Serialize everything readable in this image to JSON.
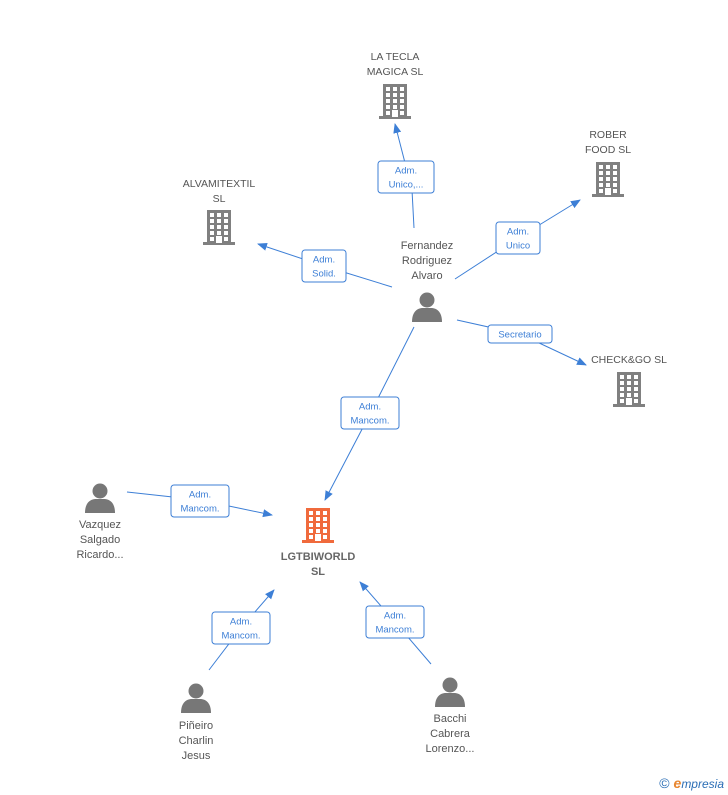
{
  "colors": {
    "edge": "#3d7fd6",
    "company": "#808080",
    "focus": "#f06a3c",
    "person": "#777777"
  },
  "nodes": {
    "latecla": {
      "lines": [
        "LA TECLA",
        "MAGICA  SL"
      ],
      "kind": "company"
    },
    "roberfood": {
      "lines": [
        "ROBER",
        "FOOD  SL"
      ],
      "kind": "company"
    },
    "alvamitextil": {
      "lines": [
        "ALVAMITEXTIL",
        "SL"
      ],
      "kind": "company"
    },
    "checkgo": {
      "lines": [
        "CHECK&GO  SL"
      ],
      "kind": "company"
    },
    "lgtbiworld": {
      "lines": [
        "LGTBIWORLD",
        "SL"
      ],
      "kind": "focus"
    },
    "fernandez": {
      "lines": [
        "Fernandez",
        "Rodriguez",
        "Alvaro"
      ],
      "kind": "person"
    },
    "vazquez": {
      "lines": [
        "Vazquez",
        "Salgado",
        "Ricardo..."
      ],
      "kind": "person"
    },
    "pineiro": {
      "lines": [
        "Piñeiro",
        "Charlin",
        "Jesus"
      ],
      "kind": "person"
    },
    "bacchi": {
      "lines": [
        "Bacchi",
        "Cabrera",
        "Lorenzo..."
      ],
      "kind": "person"
    }
  },
  "edges": [
    {
      "from": "fernandez",
      "to": "latecla",
      "label": [
        "Adm.",
        "Unico,..."
      ]
    },
    {
      "from": "fernandez",
      "to": "roberfood",
      "label": [
        "Adm.",
        "Unico"
      ]
    },
    {
      "from": "fernandez",
      "to": "alvamitextil",
      "label": [
        "Adm.",
        "Solid."
      ]
    },
    {
      "from": "fernandez",
      "to": "checkgo",
      "label": [
        "Secretario"
      ]
    },
    {
      "from": "fernandez",
      "to": "lgtbiworld",
      "label": [
        "Adm.",
        "Mancom."
      ]
    },
    {
      "from": "vazquez",
      "to": "lgtbiworld",
      "label": [
        "Adm.",
        "Mancom."
      ]
    },
    {
      "from": "pineiro",
      "to": "lgtbiworld",
      "label": [
        "Adm.",
        "Mancom."
      ]
    },
    {
      "from": "bacchi",
      "to": "lgtbiworld",
      "label": [
        "Adm.",
        "Mancom."
      ]
    }
  ],
  "footer": {
    "copyright": "©",
    "brand_initial": "e",
    "brand_rest": "mpresia"
  }
}
